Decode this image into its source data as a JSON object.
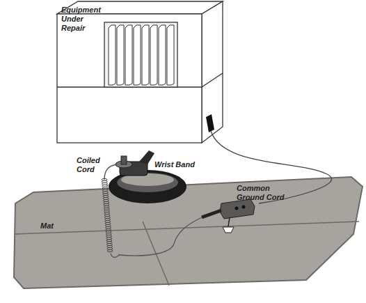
{
  "diagram": {
    "labels": [
      "Equipment Under Repair",
      "Coiled Cord",
      "Wrist Band",
      "Mat",
      "Common Ground Cord"
    ]
  }
}
